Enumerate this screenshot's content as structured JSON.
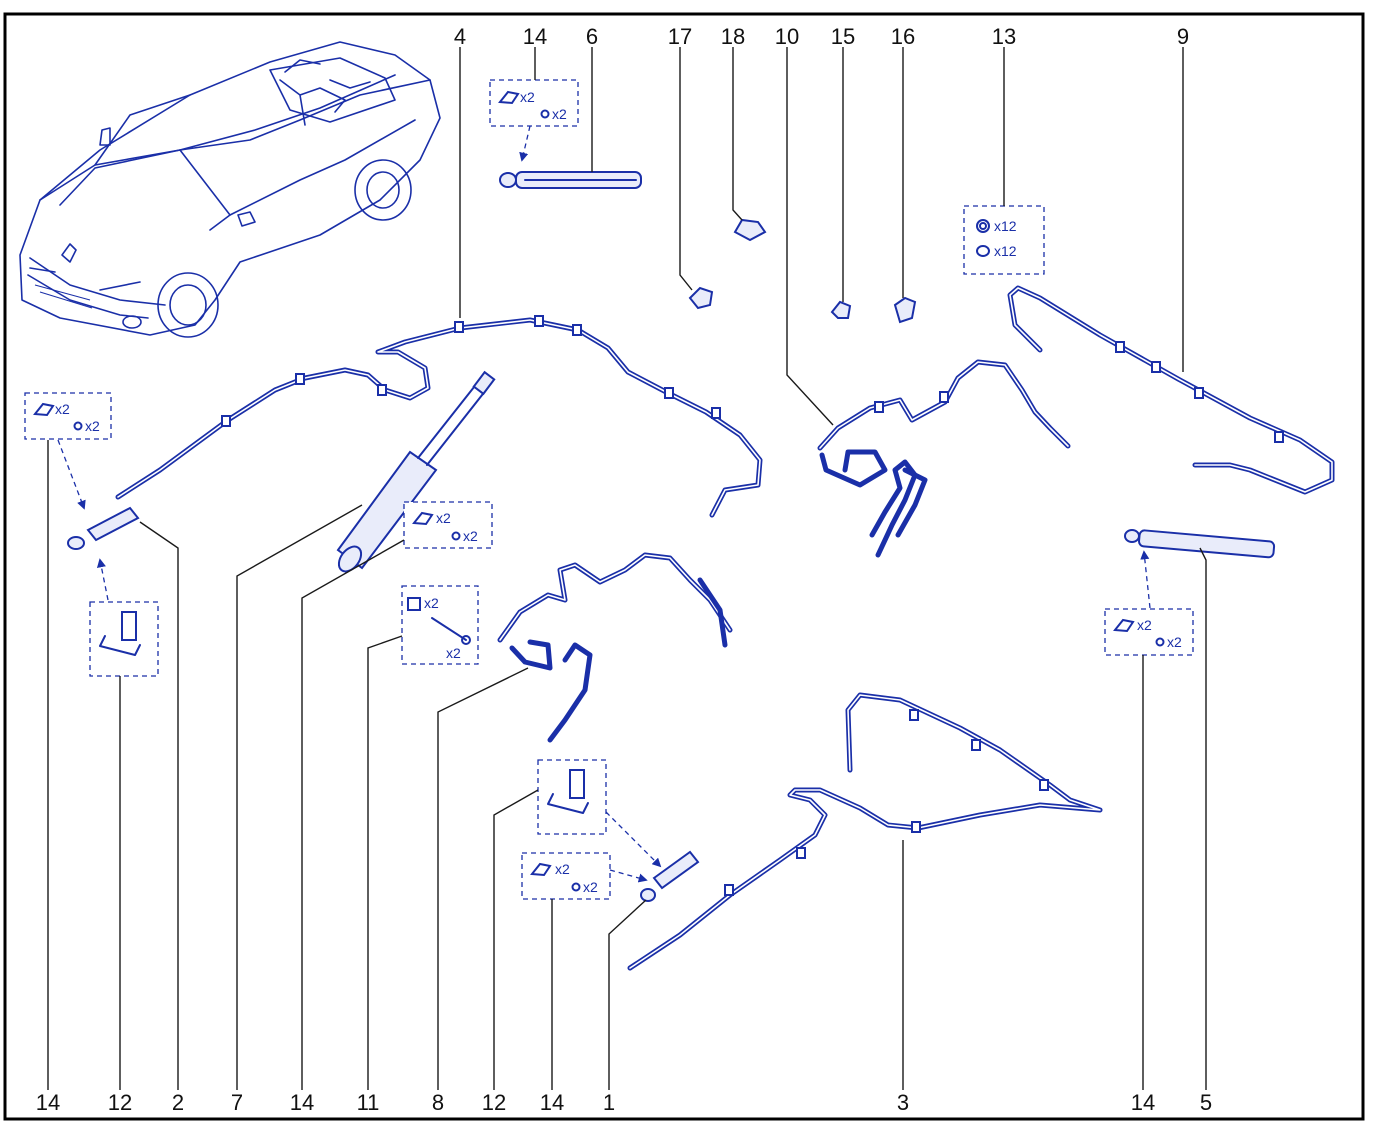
{
  "callouts": {
    "top_4": "4",
    "top_14": "14",
    "top_6": "6",
    "top_17": "17",
    "top_18": "18",
    "top_10": "10",
    "top_15": "15",
    "top_16": "16",
    "top_13": "13",
    "top_9": "9",
    "bottom_14a": "14",
    "bottom_12a": "12",
    "bottom_2": "2",
    "bottom_7": "7",
    "bottom_14b": "14",
    "bottom_11": "11",
    "bottom_8": "8",
    "bottom_12b": "12",
    "bottom_14c": "14",
    "bottom_1": "1",
    "bottom_3": "3",
    "bottom_14d": "14",
    "bottom_5": "5"
  },
  "quantities": {
    "clip_top": "x2",
    "ring_top": "x2",
    "clip_left": "x2",
    "ring_left": "x2",
    "clip_mid": "x2",
    "ring_mid": "x2",
    "square_11": "x2",
    "pin_11": "x2",
    "clip_bottom": "x2",
    "ring_bottom": "x2",
    "clip_right": "x2",
    "ring_right": "x2",
    "ring13_a": "x12",
    "ring13_b": "x12"
  },
  "colors": {
    "line": "#1a2fa8",
    "frame": "#000000"
  }
}
